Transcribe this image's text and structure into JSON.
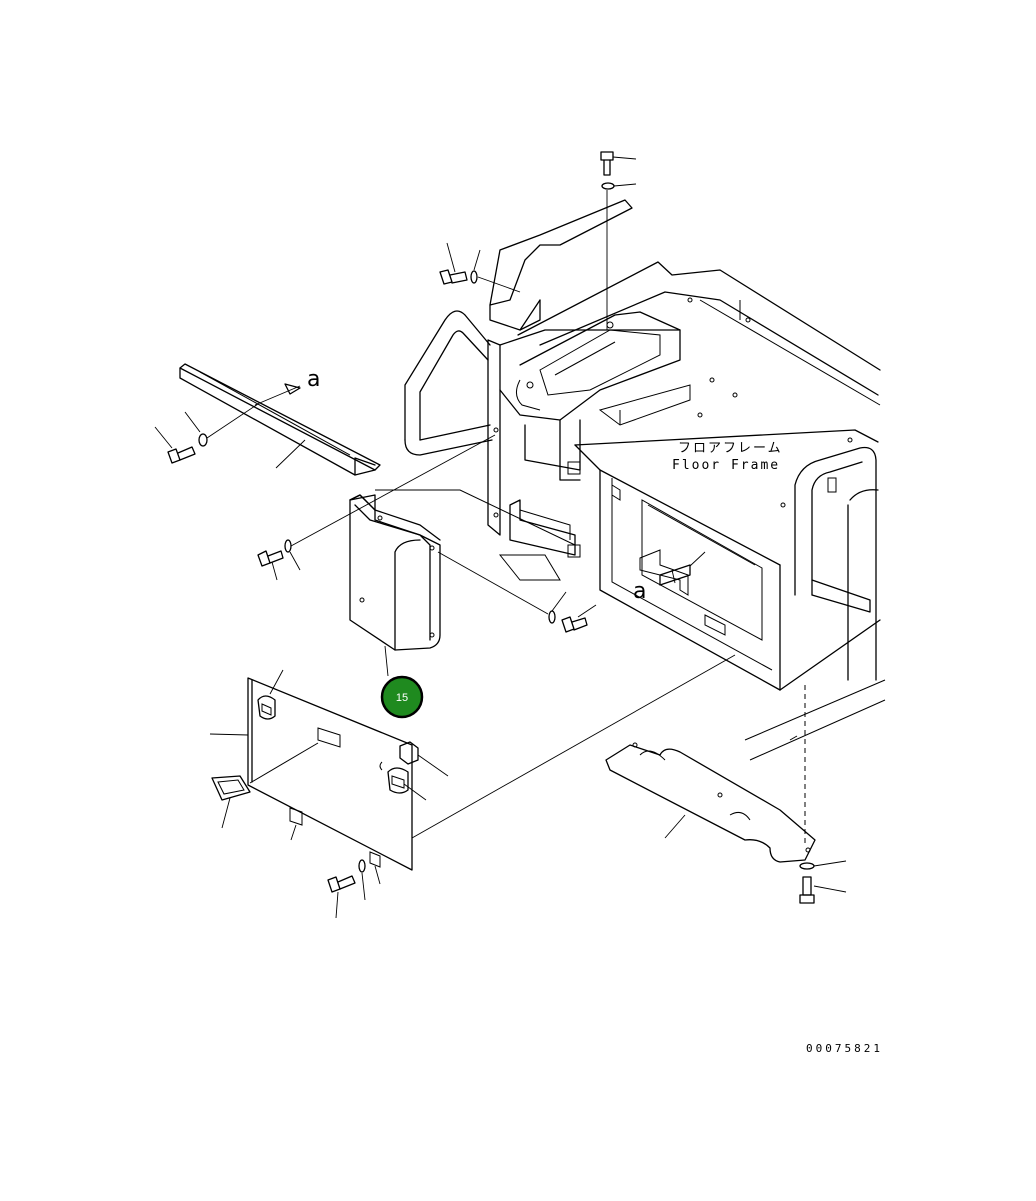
{
  "labels": {
    "floor_frame_jp": "フロアフレーム",
    "floor_frame_en": "Floor Frame",
    "ref_a_1": "a",
    "ref_a_2": "a"
  },
  "callout": {
    "number": "15",
    "color": "#1f8a1f",
    "border_color": "#000000"
  },
  "drawing_code": "00075821"
}
